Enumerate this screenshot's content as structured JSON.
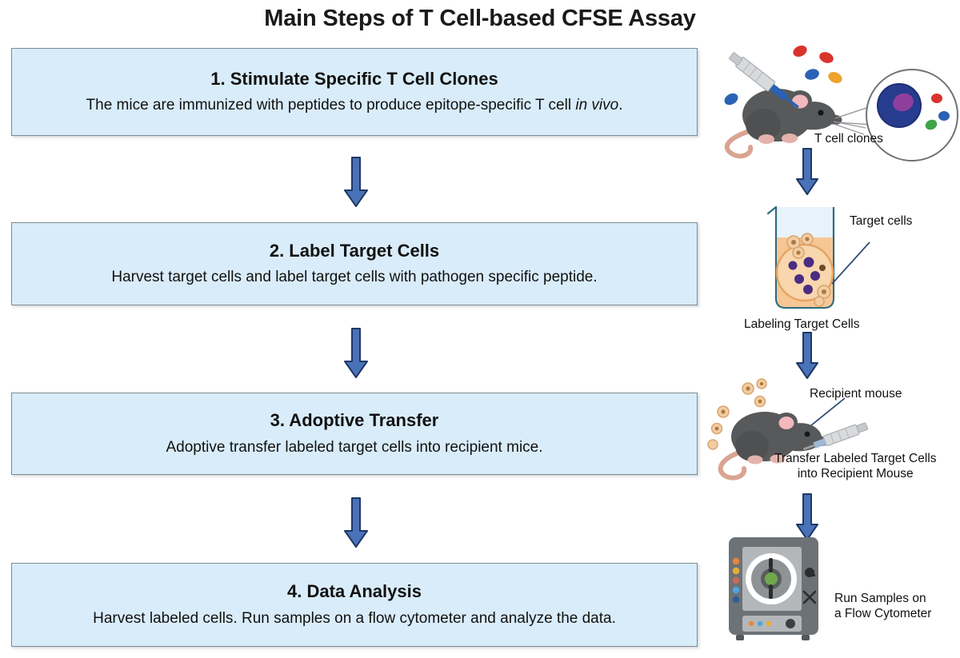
{
  "title": "Main Steps of T Cell-based CFSE Assay",
  "colors": {
    "box_fill": "#d9ecfa",
    "box_border": "#7f8c93",
    "arrow_fill": "#4a72b8",
    "arrow_stroke": "#1f3864",
    "mouse_body": "#58595b",
    "mouse_ear": "#f2b8bc",
    "mouse_tail": "#d9a491",
    "tcell_body": "#273c8f",
    "tcell_nucleus": "#8e3f9e",
    "beaker_liquid": "#f6c794",
    "target_cell_dot": "#4b2c83",
    "peptide_red": "#d8342c",
    "peptide_blue": "#2a62b5",
    "peptide_orange": "#eda42c",
    "peptide_green": "#3fa34a",
    "cytometer_body": "#6d7276",
    "cytometer_screen": "#b4b7b9",
    "text": "#111111"
  },
  "steps": [
    {
      "heading": "1. Stimulate Specific T Cell Clones",
      "desc_before": "The mice are immunized with peptides to produce epitope-specific T cell ",
      "desc_italic": "in vivo",
      "desc_after": "."
    },
    {
      "heading": "2. Label Target Cells",
      "desc": "Harvest target cells and label target cells with pathogen specific peptide."
    },
    {
      "heading": "3. Adoptive Transfer",
      "desc": "Adoptive transfer labeled target cells into recipient mice."
    },
    {
      "heading": "4. Data Analysis",
      "desc": "Harvest labeled cells. Run samples on a flow cytometer and analyze the data."
    }
  ],
  "illustrations": {
    "tcell_clones_label": "T cell clones",
    "target_cells_label": "Target cells",
    "labeling_caption": "Labeling Target Cells",
    "recipient_mouse_label": "Recipient mouse",
    "transfer_caption": "Transfer Labeled Target Cells\ninto Recipient Mouse",
    "run_samples_caption": "Run Samples on\na Flow Cytometer"
  }
}
